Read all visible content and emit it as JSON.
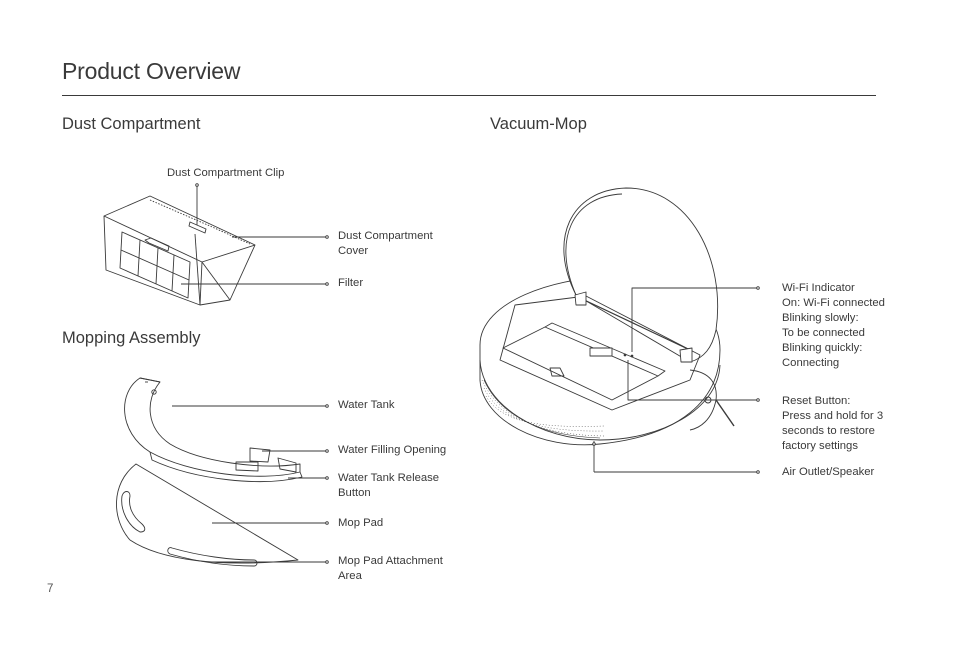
{
  "page": {
    "title": "Product Overview",
    "page_number": "7"
  },
  "dust_compartment": {
    "heading": "Dust Compartment",
    "labels": {
      "clip": "Dust Compartment Clip",
      "cover": [
        "Dust Compartment",
        "Cover"
      ],
      "filter": "Filter"
    }
  },
  "mopping_assembly": {
    "heading": "Mopping Assembly",
    "labels": {
      "water_tank": "Water Tank",
      "water_filling_opening": "Water Filling Opening",
      "water_tank_release_button": [
        "Water Tank Release",
        "Button"
      ],
      "mop_pad": "Mop Pad",
      "mop_pad_attachment_area": [
        "Mop Pad Attachment",
        "Area"
      ]
    }
  },
  "vacuum_mop": {
    "heading": "Vacuum-Mop",
    "labels": {
      "wifi_indicator": [
        "Wi-Fi Indicator",
        "On: Wi-Fi connected",
        "Blinking slowly:",
        "To be connected",
        "Blinking quickly:",
        "Connecting"
      ],
      "reset_button": [
        "Reset Button:",
        "Press and hold for 3",
        "seconds to restore",
        "factory settings"
      ],
      "air_outlet_speaker": "Air Outlet/Speaker"
    }
  }
}
